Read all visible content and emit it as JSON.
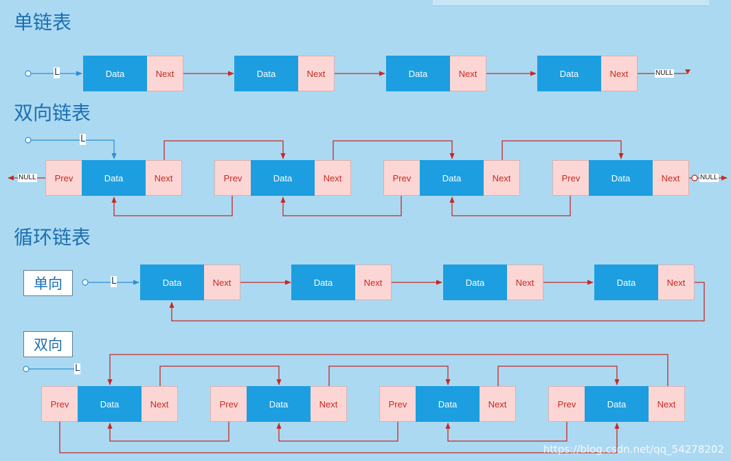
{
  "titles": {
    "singly": "单链表",
    "doubly": "双向链表",
    "circular": "循环链表"
  },
  "subtitles": {
    "one_way": "单向",
    "two_way": "双向"
  },
  "cells": {
    "data": "Data",
    "next": "Next",
    "prev": "Prev"
  },
  "head_label": "L",
  "null_label": "NULL",
  "watermark": "https://blog.csdn.net/qq_54278202",
  "colors": {
    "background": "#acd9f2",
    "data_cell": "#1c9ee0",
    "pointer_cell": "#fcd6d4",
    "pointer_text": "#c62a23",
    "arrow_red": "#c62a23",
    "arrow_blue": "#2b8fd6",
    "title": "#1c6fb0"
  }
}
